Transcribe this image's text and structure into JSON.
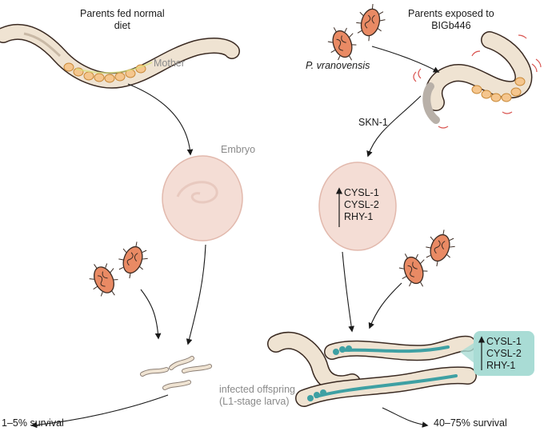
{
  "left_title": [
    "Parents fed normal",
    "diet"
  ],
  "right_title": [
    "Parents exposed to",
    "BIGb446"
  ],
  "mother_label": "Mother",
  "embryo_label": "Embryo",
  "pathogen_label": "P. vranovensis",
  "skn_label": "SKN-1",
  "genes": [
    "CYSL-1",
    "CYSL-2",
    "RHY-1"
  ],
  "offspring_label": [
    "infected offspring",
    "(L1-stage larva)"
  ],
  "left_survival": "1–5% survival",
  "right_survival": "40–75% survival",
  "colors": {
    "worm_body": "#efe3d2",
    "worm_outline": "#3a2a22",
    "egg_fill": "#f5c68e",
    "bacteria_fill": "#e98a64",
    "embryo_fill": "#f4ddd5",
    "teal": "#3ea0a3",
    "teal_box": "#a9dcd5",
    "label_gray": "#8a8a8a"
  }
}
